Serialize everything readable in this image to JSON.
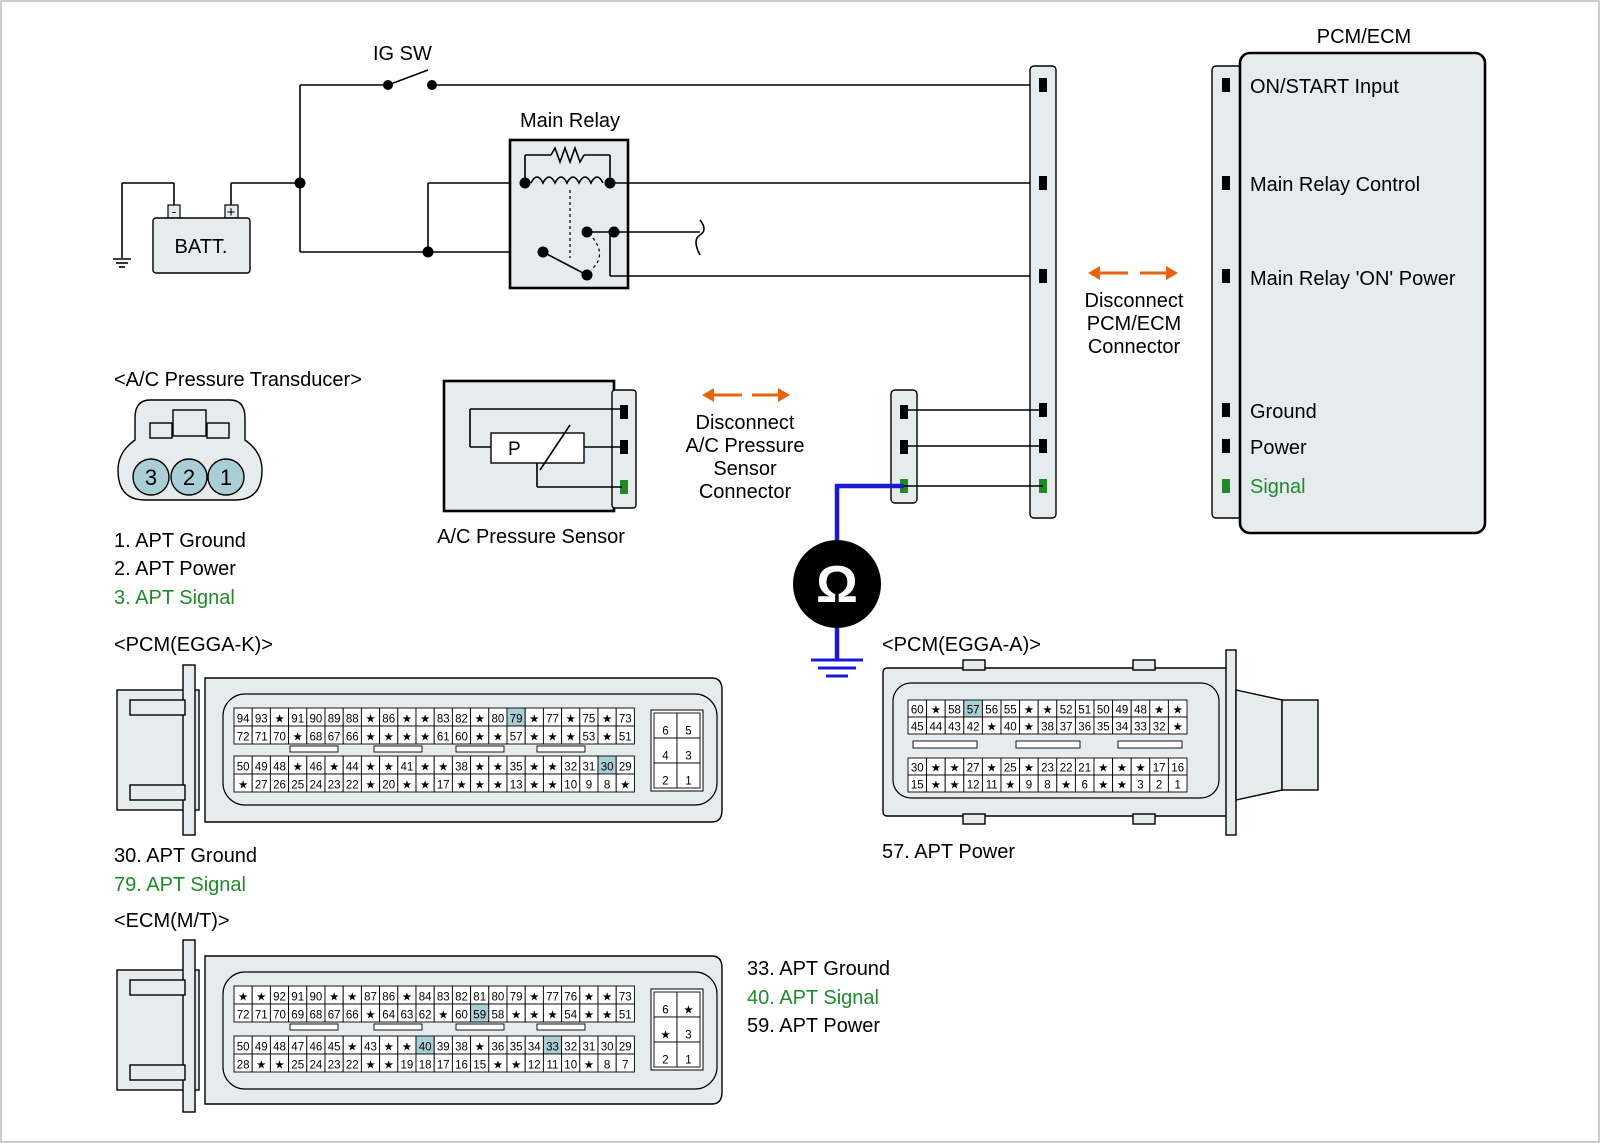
{
  "circuit": {
    "ig_sw": "IG SW",
    "main_relay": "Main Relay",
    "battery": "BATT.",
    "battery_minus": "-",
    "battery_plus": "+",
    "sensor_label": "A/C Pressure Sensor",
    "sensor_p": "P",
    "ohm_symbol": "Ω"
  },
  "ecm_box": {
    "title": "PCM/ECM",
    "pins": [
      {
        "label": "ON/START Input",
        "color": "#000000"
      },
      {
        "label": "Main Relay Control",
        "color": "#000000"
      },
      {
        "label": "Main Relay 'ON' Power",
        "color": "#000000"
      },
      {
        "label": "Ground",
        "color": "#000000"
      },
      {
        "label": "Power",
        "color": "#000000"
      },
      {
        "label": "Signal",
        "color": "#1f8a2a"
      }
    ]
  },
  "disconnect_ecm": [
    "Disconnect",
    "PCM/ECM",
    "Connector"
  ],
  "disconnect_sensor": [
    "Disconnect",
    "A/C Pressure",
    "Sensor",
    "Connector"
  ],
  "transducer": {
    "title": "<A/C Pressure Transducer>",
    "pins": [
      "3",
      "2",
      "1"
    ],
    "legend": [
      {
        "text": "1. APT Ground",
        "color": "#000000"
      },
      {
        "text": "2. APT Power",
        "color": "#000000"
      },
      {
        "text": "3. APT Signal",
        "color": "#1f8a2a"
      }
    ]
  },
  "pcm_k": {
    "title": "<PCM(EGGA-K)>",
    "rows": [
      [
        "94",
        "93",
        "*",
        "91",
        "90",
        "89",
        "88",
        "*",
        "86",
        "*",
        "*",
        "83",
        "82",
        "*",
        "80",
        "79",
        "*",
        "77",
        "*",
        "75",
        "*",
        "73"
      ],
      [
        "72",
        "71",
        "70",
        "*",
        "68",
        "67",
        "66",
        "*",
        "*",
        "*",
        "*",
        "61",
        "60",
        "*",
        "*",
        "57",
        "*",
        "*",
        "*",
        "53",
        "*",
        "51"
      ],
      [
        "50",
        "49",
        "48",
        "*",
        "46",
        "*",
        "44",
        "*",
        "*",
        "41",
        "*",
        "*",
        "38",
        "*",
        "*",
        "35",
        "*",
        "*",
        "32",
        "31",
        "30",
        "29"
      ],
      [
        "*",
        "27",
        "26",
        "25",
        "24",
        "23",
        "22",
        "*",
        "20",
        "*",
        "*",
        "17",
        "*",
        "*",
        "*",
        "13",
        "*",
        "*",
        "10",
        "9",
        "8",
        "*"
      ]
    ],
    "side": [
      [
        "6",
        "5"
      ],
      [
        "4",
        "3"
      ],
      [
        "2",
        "1"
      ]
    ],
    "highlight": [
      "79",
      "30"
    ],
    "legend": [
      {
        "text": "30. APT Ground",
        "color": "#000000"
      },
      {
        "text": "79. APT Signal",
        "color": "#1f8a2a"
      }
    ]
  },
  "pcm_a": {
    "title": "<PCM(EGGA-A)>",
    "rows": [
      [
        "60",
        "*",
        "58",
        "57",
        "56",
        "55",
        "*",
        "*",
        "52",
        "51",
        "50",
        "49",
        "48",
        "*",
        "*"
      ],
      [
        "45",
        "44",
        "43",
        "42",
        "*",
        "40",
        "*",
        "38",
        "37",
        "36",
        "35",
        "34",
        "33",
        "32",
        "*"
      ],
      [
        "30",
        "*",
        "*",
        "27",
        "*",
        "25",
        "*",
        "23",
        "22",
        "21",
        "*",
        "*",
        "*",
        "17",
        "16"
      ],
      [
        "15",
        "*",
        "*",
        "12",
        "11",
        "*",
        "9",
        "8",
        "*",
        "6",
        "*",
        "*",
        "3",
        "2",
        "1"
      ]
    ],
    "highlight": [
      "57"
    ],
    "legend": [
      {
        "text": "57. APT Power",
        "color": "#000000"
      }
    ]
  },
  "ecm_mt": {
    "title": "<ECM(M/T)>",
    "rows": [
      [
        "*",
        "*",
        "92",
        "91",
        "90",
        "*",
        "*",
        "87",
        "86",
        "*",
        "84",
        "83",
        "82",
        "81",
        "80",
        "79",
        "*",
        "77",
        "76",
        "*",
        "*",
        "73"
      ],
      [
        "72",
        "71",
        "70",
        "69",
        "68",
        "67",
        "66",
        "*",
        "64",
        "63",
        "62",
        "*",
        "60",
        "59",
        "58",
        "*",
        "*",
        "*",
        "54",
        "*",
        "*",
        "51"
      ],
      [
        "50",
        "49",
        "48",
        "47",
        "46",
        "45",
        "*",
        "43",
        "*",
        "*",
        "40",
        "39",
        "38",
        "*",
        "36",
        "35",
        "34",
        "33",
        "32",
        "31",
        "30",
        "29"
      ],
      [
        "28",
        "*",
        "*",
        "25",
        "24",
        "23",
        "22",
        "*",
        "*",
        "19",
        "18",
        "17",
        "16",
        "15",
        "*",
        "*",
        "12",
        "11",
        "10",
        "*",
        "8",
        "7"
      ]
    ],
    "side": [
      [
        "6",
        "*"
      ],
      [
        "*",
        "3"
      ],
      [
        "2",
        "1"
      ]
    ],
    "highlight": [
      "59",
      "40",
      "33"
    ],
    "legend": [
      {
        "text": "33. APT Ground",
        "color": "#000000"
      },
      {
        "text": "40. APT Signal",
        "color": "#1f8a2a"
      },
      {
        "text": "59. APT Power",
        "color": "#000000"
      }
    ]
  },
  "colors": {
    "signal_green": "#1f8a2a",
    "meter_wire_blue": "#1a1ad6",
    "arrow_orange": "#e8620f",
    "panel_fill": "#e6ecee",
    "pin_highlight": "#a9ced6",
    "transducer_pin": "#a9ced6"
  }
}
